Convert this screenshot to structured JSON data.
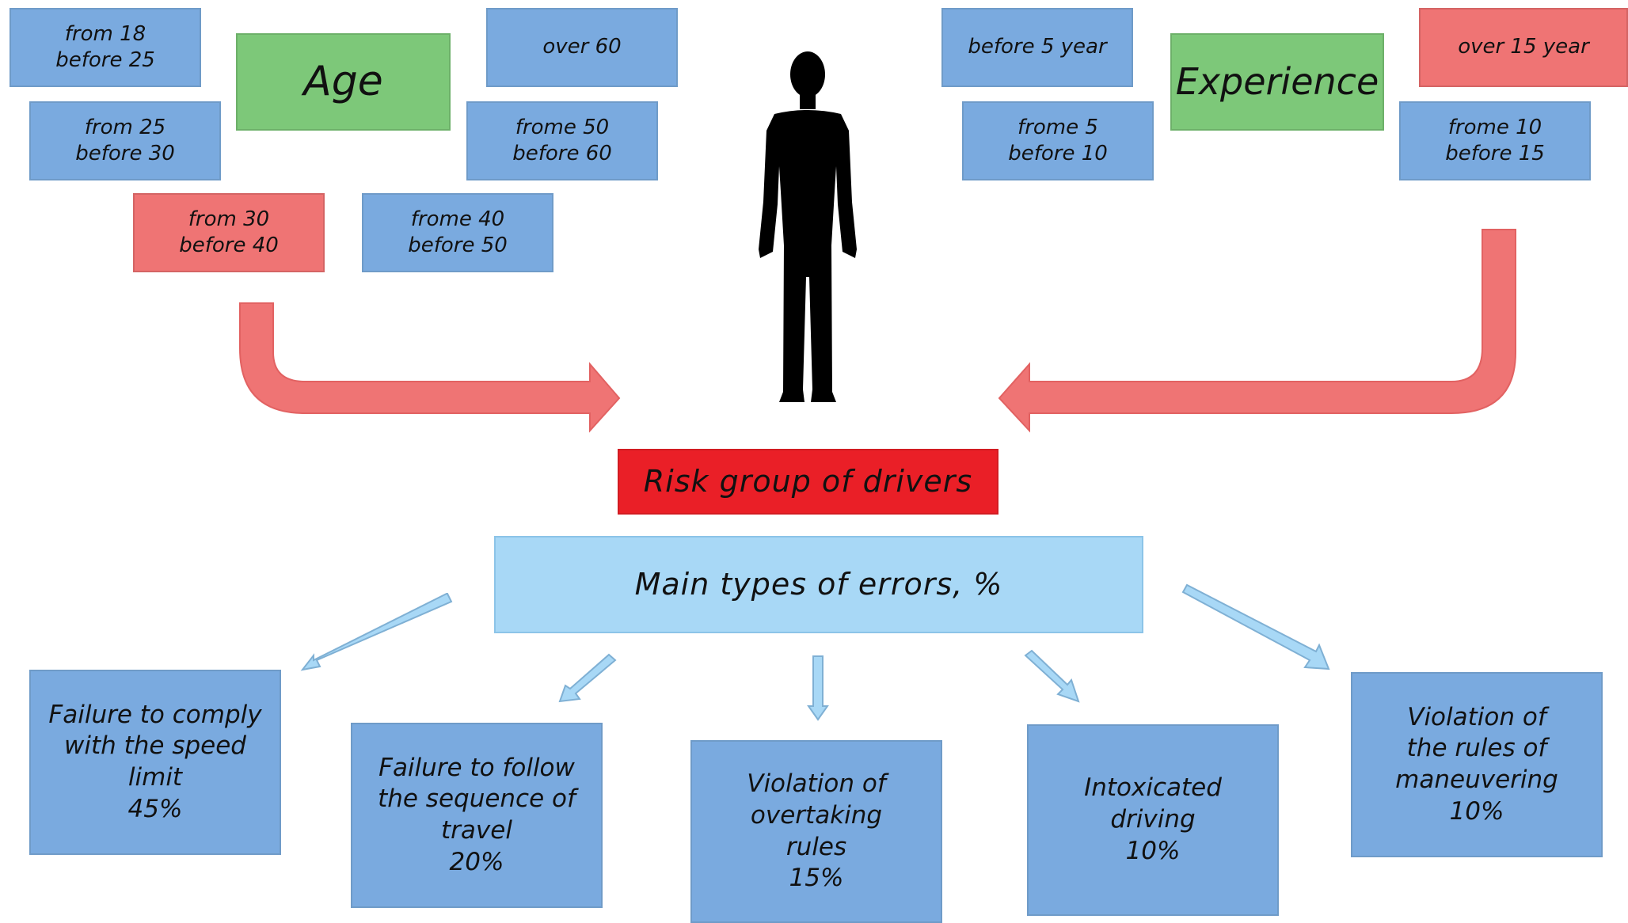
{
  "age": {
    "title": "Age",
    "boxes": [
      {
        "line1": "from 18",
        "line2": "before 25"
      },
      {
        "line1": "from 25",
        "line2": "before 30"
      },
      {
        "line1": "from 30",
        "line2": "before 40"
      },
      {
        "line1": "frome 40",
        "line2": "before 50"
      },
      {
        "line1": "frome 50",
        "line2": "before 60"
      },
      {
        "line1": "over 60",
        "line2": ""
      }
    ]
  },
  "experience": {
    "title": "Experience",
    "boxes": [
      {
        "line1": "before 5 year",
        "line2": ""
      },
      {
        "line1": "frome 5",
        "line2": "before 10"
      },
      {
        "line1": "frome 10",
        "line2": "before 15"
      },
      {
        "line1": "over 15 year",
        "line2": ""
      }
    ]
  },
  "risk_group": "Risk group of drivers",
  "main_errors": "Main types of errors, %",
  "errors": [
    {
      "lines": [
        "Failure to comply",
        "with the speed",
        "limit"
      ],
      "percent": "45%"
    },
    {
      "lines": [
        "Failure to follow",
        "the sequence of",
        "travel"
      ],
      "percent": "20%"
    },
    {
      "lines": [
        "Violation of",
        "overtaking",
        "rules"
      ],
      "percent": "15%"
    },
    {
      "lines": [
        "Intoxicated",
        "driving"
      ],
      "percent": "10%"
    },
    {
      "lines": [
        "Violation of",
        "the rules of",
        "maneuvering"
      ],
      "percent": "10%"
    }
  ],
  "colors": {
    "box_blue": "#7aaadf",
    "highlight_red": "#ef7474",
    "title_green": "#7dc879",
    "risk_red": "#ea1f27",
    "main_light_blue": "#a8d8f6",
    "arrow_light_blue": "#a8d8f6"
  }
}
